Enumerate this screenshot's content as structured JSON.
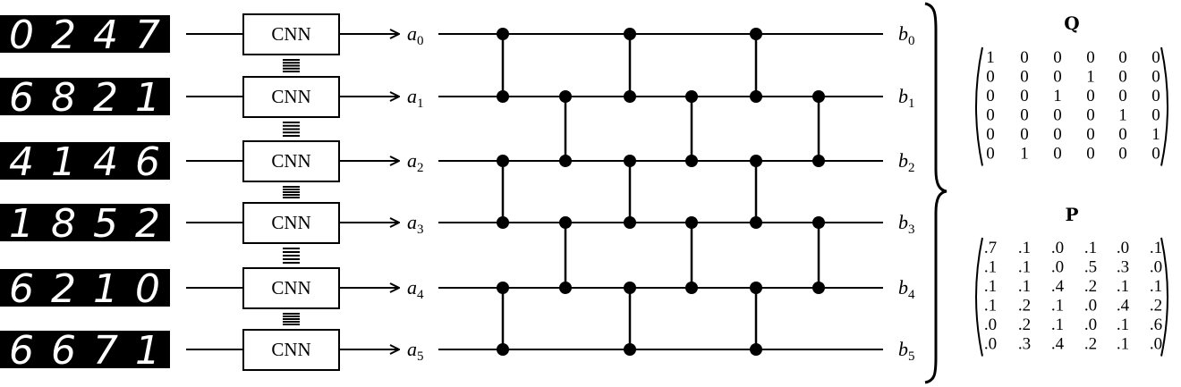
{
  "digit_rows": [
    [
      "0",
      "2",
      "4",
      "7"
    ],
    [
      "6",
      "8",
      "2",
      "1"
    ],
    [
      "4",
      "1",
      "4",
      "6"
    ],
    [
      "1",
      "8",
      "5",
      "2"
    ],
    [
      "6",
      "2",
      "1",
      "0"
    ],
    [
      "6",
      "6",
      "7",
      "1"
    ]
  ],
  "cnn_label": "CNN",
  "input_vars": [
    {
      "main": "a",
      "sub": "0"
    },
    {
      "main": "a",
      "sub": "1"
    },
    {
      "main": "a",
      "sub": "2"
    },
    {
      "main": "a",
      "sub": "3"
    },
    {
      "main": "a",
      "sub": "4"
    },
    {
      "main": "a",
      "sub": "5"
    }
  ],
  "output_vars": [
    {
      "main": "b",
      "sub": "0"
    },
    {
      "main": "b",
      "sub": "1"
    },
    {
      "main": "b",
      "sub": "2"
    },
    {
      "main": "b",
      "sub": "3"
    },
    {
      "main": "b",
      "sub": "4"
    },
    {
      "main": "b",
      "sub": "5"
    }
  ],
  "comparators": [
    [
      [
        0,
        1
      ],
      [
        2,
        3
      ],
      [
        4,
        5
      ]
    ],
    [
      [
        1,
        2
      ],
      [
        3,
        4
      ]
    ],
    [
      [
        0,
        1
      ],
      [
        2,
        3
      ],
      [
        4,
        5
      ]
    ],
    [
      [
        1,
        2
      ],
      [
        3,
        4
      ]
    ],
    [
      [
        0,
        1
      ],
      [
        2,
        3
      ],
      [
        4,
        5
      ]
    ],
    [
      [
        1,
        2
      ],
      [
        3,
        4
      ]
    ]
  ],
  "matrix_q": {
    "title": "Q",
    "rows": [
      [
        "1",
        "0",
        "0",
        "0",
        "0",
        "0"
      ],
      [
        "0",
        "0",
        "0",
        "1",
        "0",
        "0"
      ],
      [
        "0",
        "0",
        "1",
        "0",
        "0",
        "0"
      ],
      [
        "0",
        "0",
        "0",
        "0",
        "1",
        "0"
      ],
      [
        "0",
        "0",
        "0",
        "0",
        "0",
        "1"
      ],
      [
        "0",
        "1",
        "0",
        "0",
        "0",
        "0"
      ]
    ]
  },
  "matrix_p": {
    "title": "P",
    "rows": [
      [
        ".7",
        ".1",
        ".0",
        ".1",
        ".0",
        ".1"
      ],
      [
        ".1",
        ".1",
        ".0",
        ".5",
        ".3",
        ".0"
      ],
      [
        ".1",
        ".1",
        ".4",
        ".2",
        ".1",
        ".1"
      ],
      [
        ".1",
        ".2",
        ".1",
        ".0",
        ".4",
        ".2"
      ],
      [
        ".0",
        ".2",
        ".1",
        ".0",
        ".1",
        ".6"
      ],
      [
        ".0",
        ".3",
        ".4",
        ".2",
        ".1",
        ".0"
      ]
    ]
  }
}
